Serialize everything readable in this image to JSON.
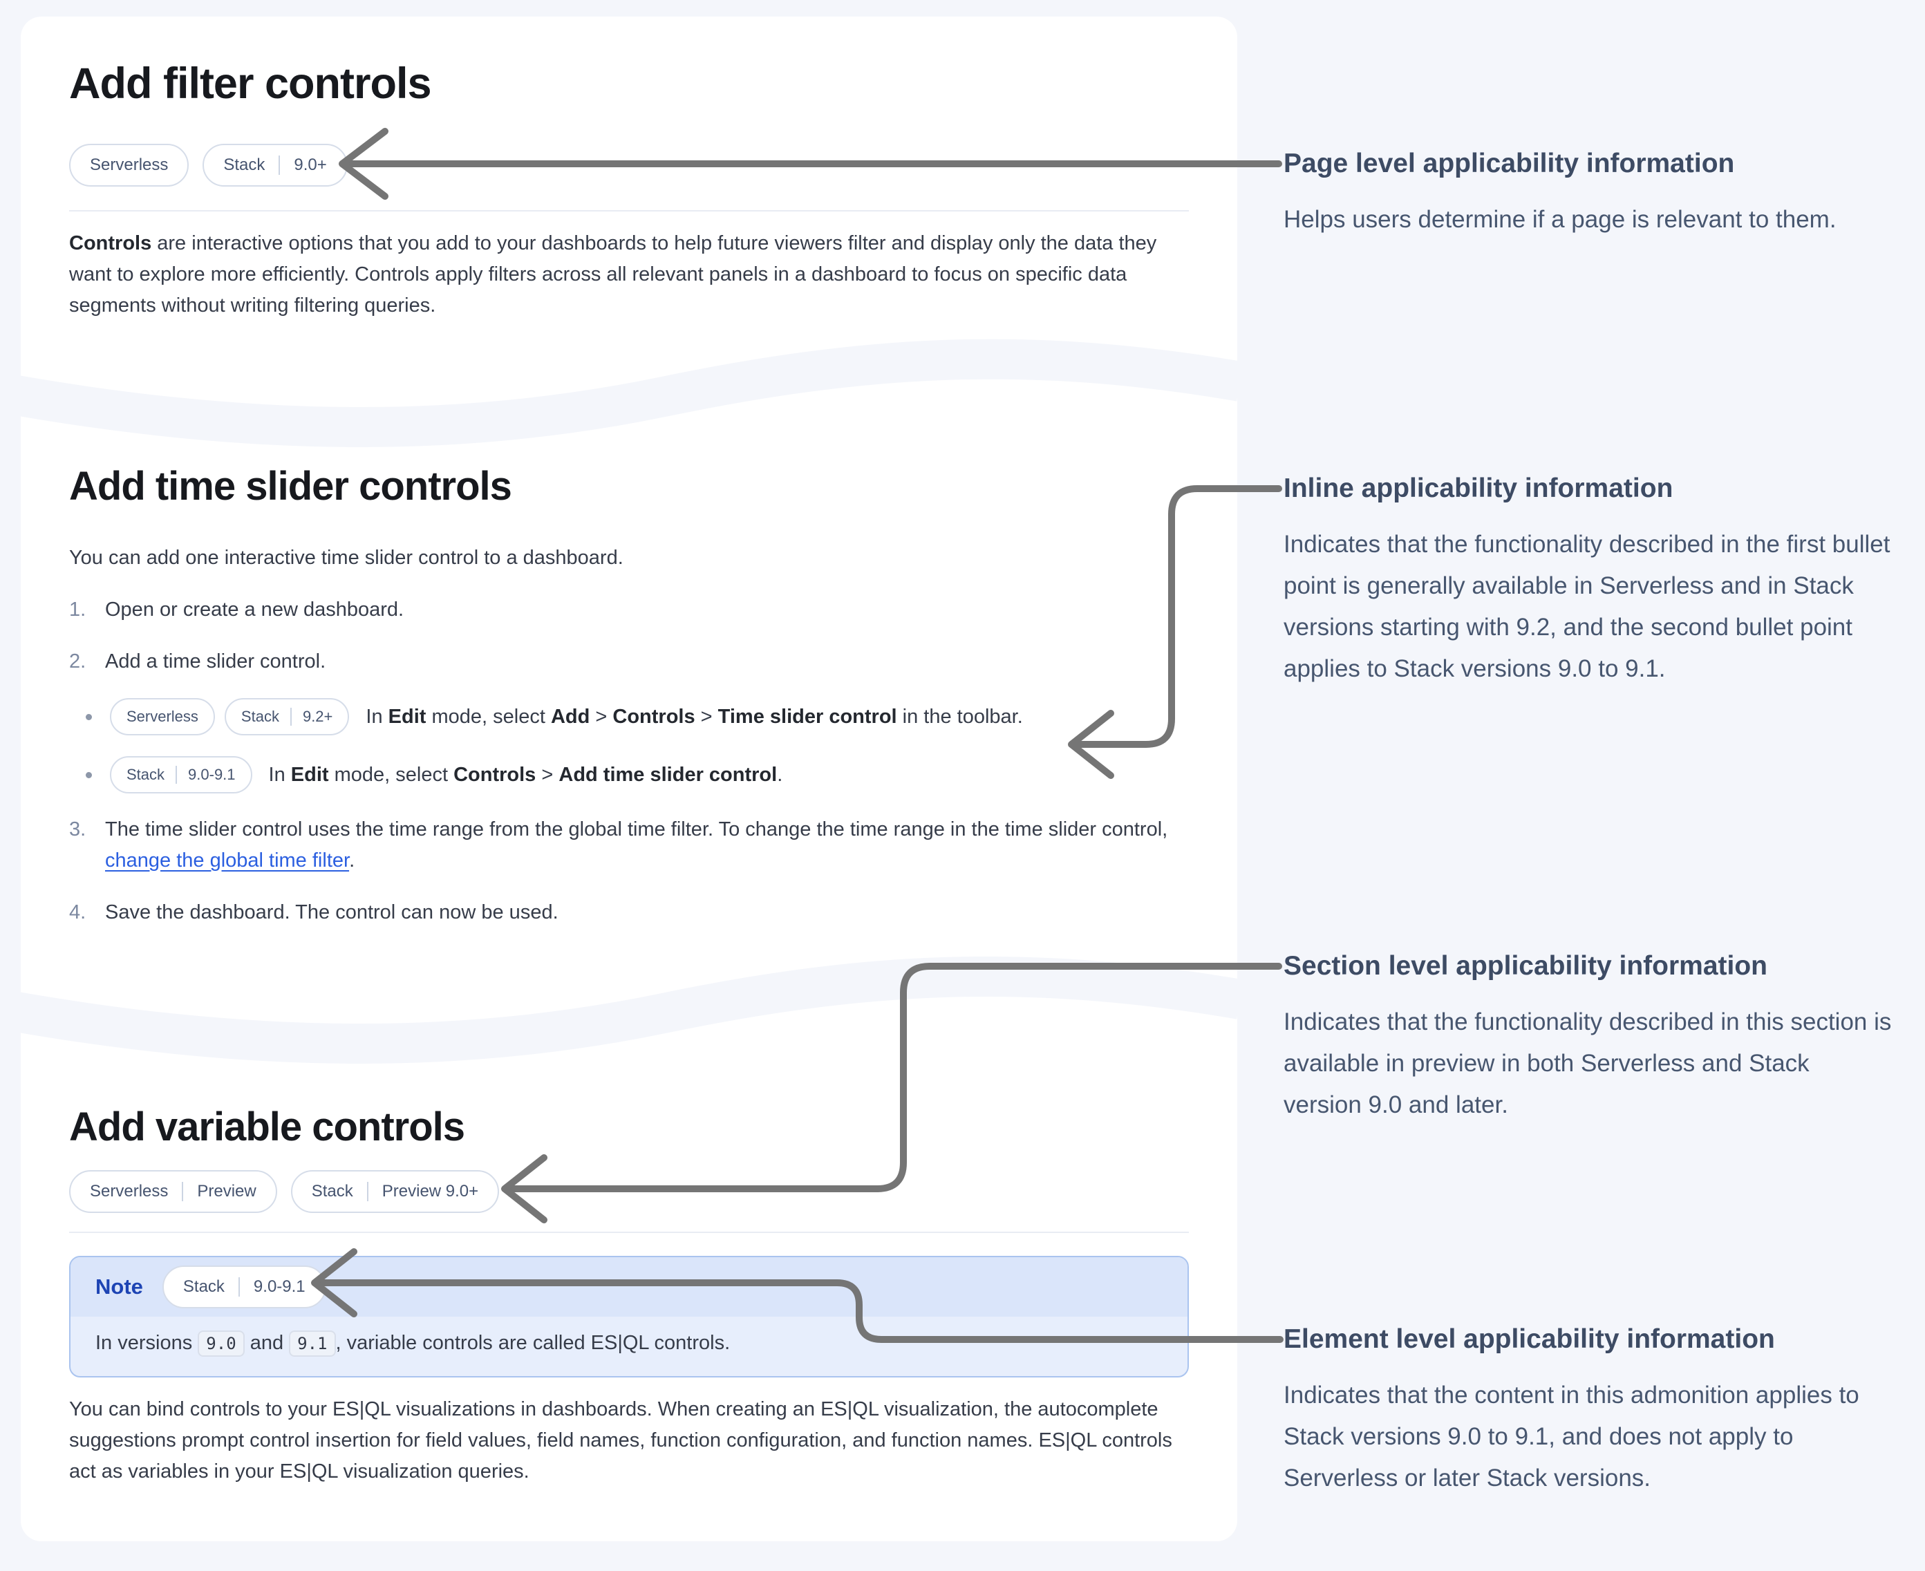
{
  "card1": {
    "title": "Add filter controls",
    "badge_serverless": "Serverless",
    "badge_stack": "Stack",
    "badge_stack_version": "9.0+",
    "intro_bold": "Controls",
    "intro_rest": " are interactive options that you add to your dashboards to help future viewers filter and display only the data they want to explore more efficiently. Controls apply filters across all relevant panels in a dashboard to focus on specific data segments without writing filtering queries."
  },
  "card2": {
    "title": "Add time slider controls",
    "intro": "You can add one interactive time slider control to a dashboard.",
    "step1_num": "1.",
    "step1_text": "Open or create a new dashboard.",
    "step2_num": "2.",
    "step2_text": "Add a time slider control.",
    "bullet1": {
      "badge_serverless": "Serverless",
      "badge_stack": "Stack",
      "badge_stack_version": "9.2+",
      "r1": "In ",
      "r2": "Edit",
      "r3": " mode, select ",
      "r4": "Add",
      "r5": " > ",
      "r6": "Controls",
      "r7": " > ",
      "r8": "Time slider control",
      "r9": " in the toolbar."
    },
    "bullet2": {
      "badge_stack": "Stack",
      "badge_stack_version": "9.0-9.1",
      "r1": "In ",
      "r2": "Edit",
      "r3": " mode, select ",
      "r4": "Controls",
      "r5": " > ",
      "r6": "Add time slider control",
      "r7": "."
    },
    "step3_num": "3.",
    "step3_r1": "The time slider control uses the time range from the global time filter. To change the time range in the time slider control, ",
    "step3_link": "change the global time filter",
    "step3_r2": ".",
    "step4_num": "4.",
    "step4_text": "Save the dashboard. The control can now be used."
  },
  "card3": {
    "title": "Add variable controls",
    "badge1_l": "Serverless",
    "badge1_r": "Preview",
    "badge2_l": "Stack",
    "badge2_r": "Preview 9.0+",
    "note": {
      "label": "Note",
      "badge_stack": "Stack",
      "badge_version": "9.0-9.1",
      "r1": "In versions ",
      "code1": "9.0",
      "r2": " and ",
      "code2": "9.1",
      "r3": ", variable controls are called ES|QL controls."
    },
    "outro": "You can bind controls to your ES|QL visualizations in dashboards. When creating an ES|QL visualization, the autocomplete suggestions prompt control insertion for field values, field names, function configuration, and function names. ES|QL controls act as variables in your ES|QL visualization queries."
  },
  "annotations": {
    "a1": {
      "title": "Page level applicability information",
      "body": "Helps users determine if a page is relevant to them."
    },
    "a2": {
      "title": "Inline applicability information",
      "body": "Indicates that the functionality described in the first bullet point is generally available in Serverless and in Stack versions starting with 9.2, and the second bullet point applies to Stack versions 9.0 to 9.1."
    },
    "a3": {
      "title": "Section level applicability information",
      "body": "Indicates that the functionality described in this section is available in preview in both Serverless and Stack version 9.0 and later."
    },
    "a4": {
      "title": "Element level applicability information",
      "body": "Indicates that the content in this admonition applies to Stack versions 9.0 to 9.1, and does not apply to Serverless or later Stack versions."
    }
  },
  "colors": {
    "background": "#f4f6fb",
    "card": "#ffffff",
    "arrow": "#757575",
    "note_title": "#1d44b4",
    "link": "#2b5fe0",
    "annotation_text": "#47566f"
  }
}
